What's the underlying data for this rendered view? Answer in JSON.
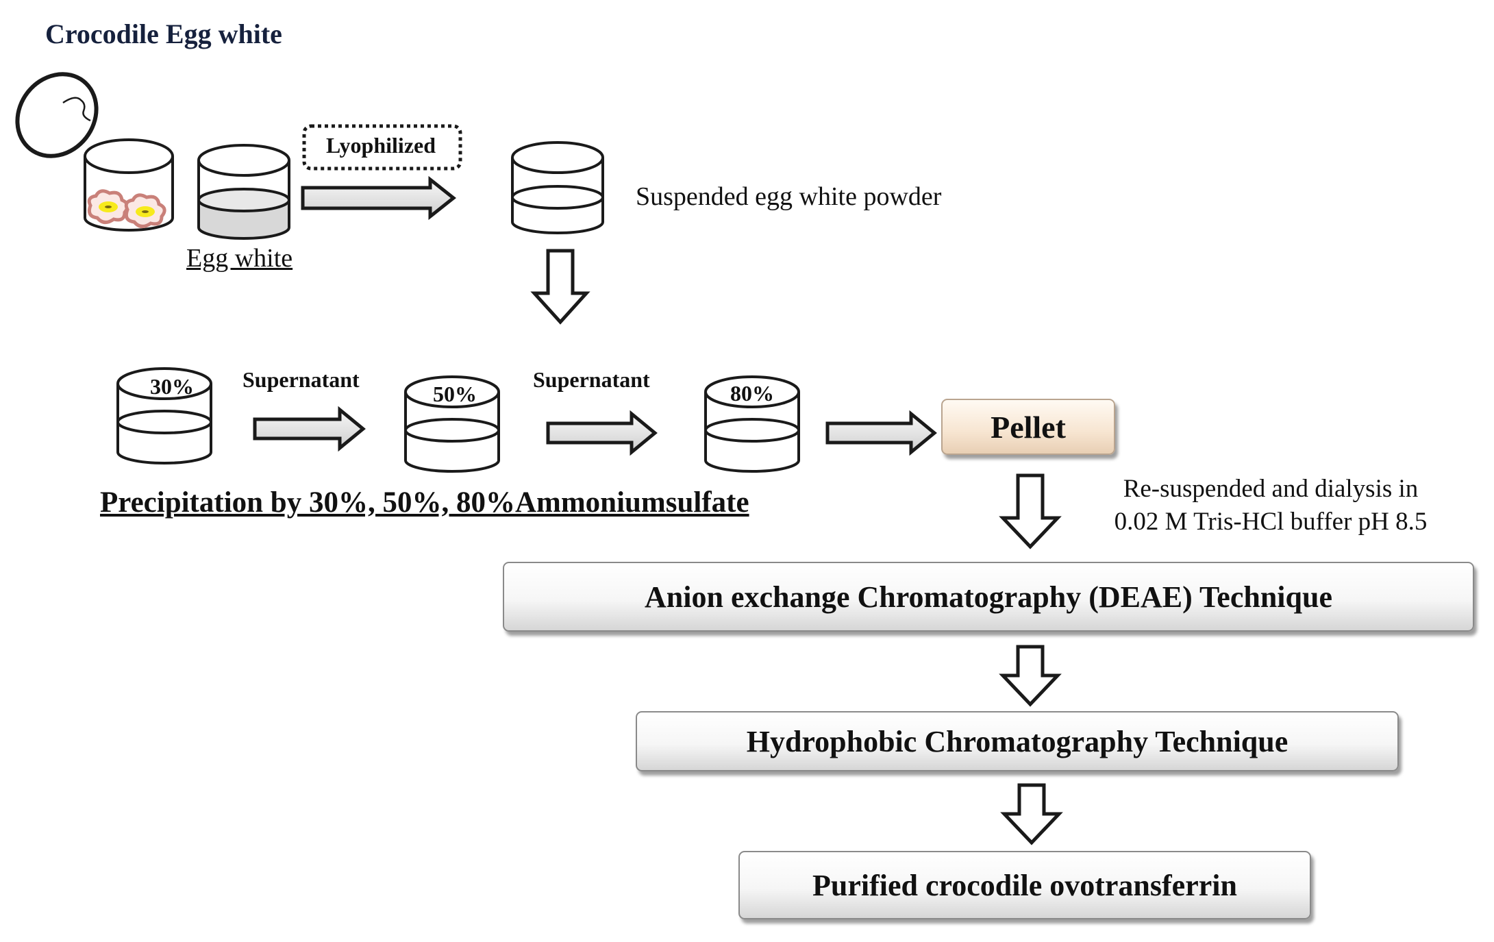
{
  "diagram": {
    "title": "Crocodile Egg white",
    "egg_white_label": "Egg white",
    "lyophilized_label": "Lyophilized",
    "suspended_label": "Suspended egg white  powder",
    "precipitation": {
      "percentages": [
        "30%",
        "50%",
        "80%"
      ],
      "supernatant_labels": [
        "Supernatant",
        "Supernatant"
      ],
      "caption": "Precipitation  by 30%, 50%, 80%Ammoniumsulfate"
    },
    "pellet_label": "Pellet",
    "dialysis_label": {
      "line1": "Re-suspended and  dialysis  in",
      "line2": "0.02 M Tris-HCl buffer pH 8.5"
    },
    "steps": {
      "anion": "Anion  exchange Chromatography  (DEAE)  Technique",
      "hydrophobic": "Hydrophobic  Chromatography  Technique",
      "purified": "Purified  crocodile  ovotransferrin"
    },
    "colors": {
      "stroke": "#1a1a1a",
      "arrow_fill": "#e4e4e4",
      "liquid_fill": "#d8d8d8",
      "yolk": "#f7ea1c",
      "egg_outline": "#c98079",
      "pellet_fill": "#f5e3cf"
    }
  }
}
